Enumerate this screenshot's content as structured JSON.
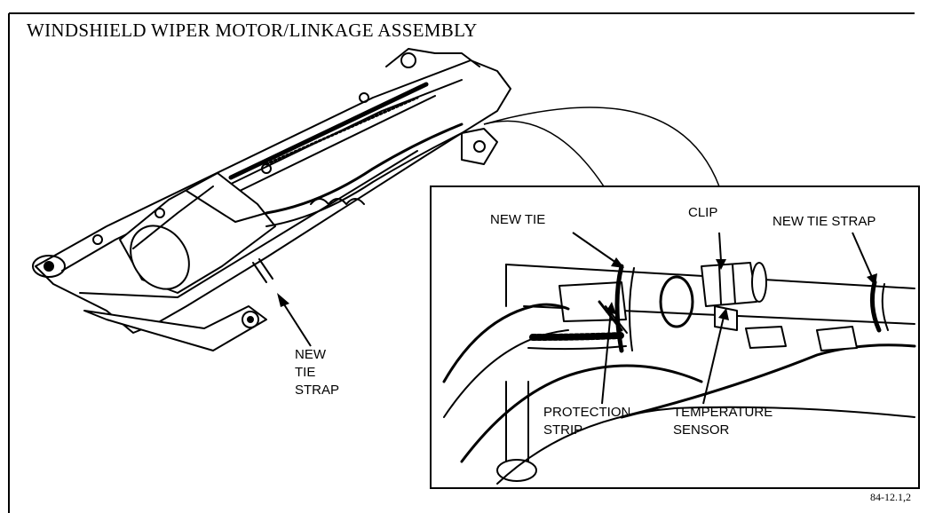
{
  "title": "WINDSHIELD WIPER MOTOR/LINKAGE ASSEMBLY",
  "labels": {
    "new_tie_strap_left": [
      "NEW",
      "TIE",
      "STRAP"
    ],
    "new_tie": "NEW TIE",
    "clip": "CLIP",
    "new_tie_strap_right": "NEW TIE STRAP",
    "protection_strip": [
      "PROTECTION",
      "STRIP"
    ],
    "temperature_sensor": [
      "TEMPERATURE",
      "SENSOR"
    ]
  },
  "figure_id": "84-12.1,2"
}
